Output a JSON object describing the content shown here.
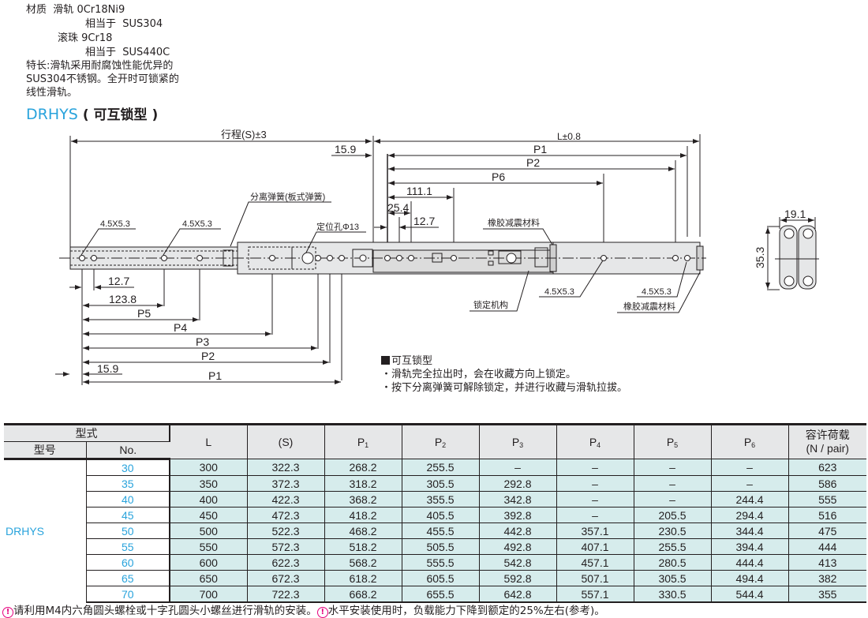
{
  "materials": {
    "label": "材质",
    "rail_label": "滑轨",
    "rail_material": "0Cr18Ni9",
    "equiv_label": "相当于",
    "rail_equiv": "SUS304",
    "ball_label": "滚珠",
    "ball_material": "9Cr18",
    "ball_equiv": "SUS440C"
  },
  "feature_lines": [
    "特长:滑轨采用耐腐蚀性能优异的",
    "SUS304不锈钢。全开时可锁紧的",
    "线性滑轨。"
  ],
  "title": {
    "code": "DRHYS",
    "subtitle": "( 可互锁型 )"
  },
  "drawing": {
    "stroke_label": "行程(S)±3",
    "length_label": "L±0.8",
    "dim_15_9": "15.9",
    "p1": "P1",
    "p2": "P2",
    "p3": "P3",
    "p4": "P4",
    "p5": "P5",
    "p6": "P6",
    "dim_111_1": "111.1",
    "dim_25_4": "25.4",
    "dim_12_7": "12.7",
    "dim_123_8": "123.8",
    "hole_label": "4.5X5.3",
    "spring_label": "分离弹簧(板式弹簧)",
    "locating_hole_label": "定位孔Φ13",
    "rubber_label": "橡胶减震材料",
    "lock_label": "锁定机构",
    "width_dim": "19.1",
    "height_dim": "35.3"
  },
  "interlock": {
    "heading": "可互锁型",
    "bullets": [
      "滑轨完全拉出时，会在收藏方向上锁定。",
      "按下分离弹簧可解除锁定，并进行收藏与滑轨拉拔。"
    ]
  },
  "table": {
    "group_header": "型式",
    "type_header": "型号",
    "no_header": "No.",
    "columns": [
      "L",
      "(S)",
      "P",
      "P",
      "P",
      "P",
      "P",
      "P"
    ],
    "column_subs": [
      "",
      "",
      "1",
      "2",
      "3",
      "4",
      "5",
      "6"
    ],
    "load_header_1": "容许荷载",
    "load_header_2": "(N / pair)",
    "type_value": "DRHYS",
    "rows": [
      [
        "30",
        "300",
        "322.3",
        "268.2",
        "255.5",
        "–",
        "–",
        "–",
        "–",
        "623"
      ],
      [
        "35",
        "350",
        "372.3",
        "318.2",
        "305.5",
        "292.8",
        "–",
        "–",
        "–",
        "586"
      ],
      [
        "40",
        "400",
        "422.3",
        "368.2",
        "355.5",
        "342.8",
        "–",
        "–",
        "244.4",
        "555"
      ],
      [
        "45",
        "450",
        "472.3",
        "418.2",
        "405.5",
        "392.8",
        "–",
        "205.5",
        "294.4",
        "516"
      ],
      [
        "50",
        "500",
        "522.3",
        "468.2",
        "455.5",
        "442.8",
        "357.1",
        "230.5",
        "344.4",
        "475"
      ],
      [
        "55",
        "550",
        "572.3",
        "518.2",
        "505.5",
        "492.8",
        "407.1",
        "255.5",
        "394.4",
        "444"
      ],
      [
        "60",
        "600",
        "622.3",
        "568.2",
        "555.5",
        "542.8",
        "457.1",
        "280.5",
        "444.4",
        "413"
      ],
      [
        "65",
        "650",
        "672.3",
        "618.2",
        "605.5",
        "592.8",
        "507.1",
        "305.5",
        "494.4",
        "382"
      ],
      [
        "70",
        "700",
        "722.3",
        "668.2",
        "655.5",
        "642.8",
        "557.1",
        "330.5",
        "544.4",
        "355"
      ]
    ]
  },
  "notes": {
    "warn_icon": "!",
    "note1": "请利用M4内六角圆头螺栓或十字孔圆头小螺丝进行滑轨的安装。",
    "note2": "水平安装使用时，负载能力下降到额定的25%左右(参考)。"
  },
  "colors": {
    "accent": "#29a3dc",
    "cell": "#d6ecec",
    "header": "#e6e7e8",
    "warn": "#e6007e"
  }
}
